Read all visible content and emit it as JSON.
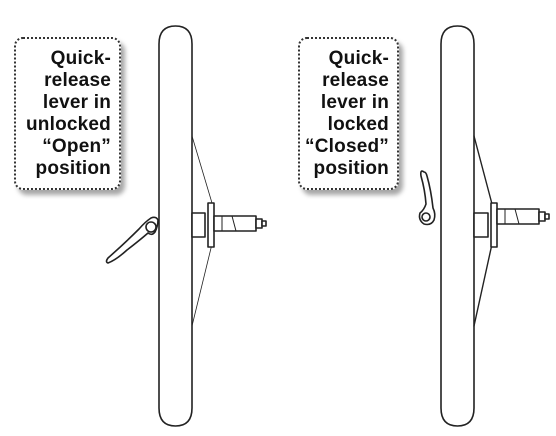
{
  "callouts": {
    "open": {
      "lines": [
        "Quick-",
        "release",
        "lever in",
        "unlocked",
        "“Open”",
        "position"
      ]
    },
    "closed": {
      "lines": [
        "Quick-",
        "release",
        "lever in",
        "locked",
        "“Closed”",
        "position"
      ]
    }
  },
  "colors": {
    "stroke": "#222222",
    "callout_border": "#333333",
    "shadow": "#777777"
  }
}
